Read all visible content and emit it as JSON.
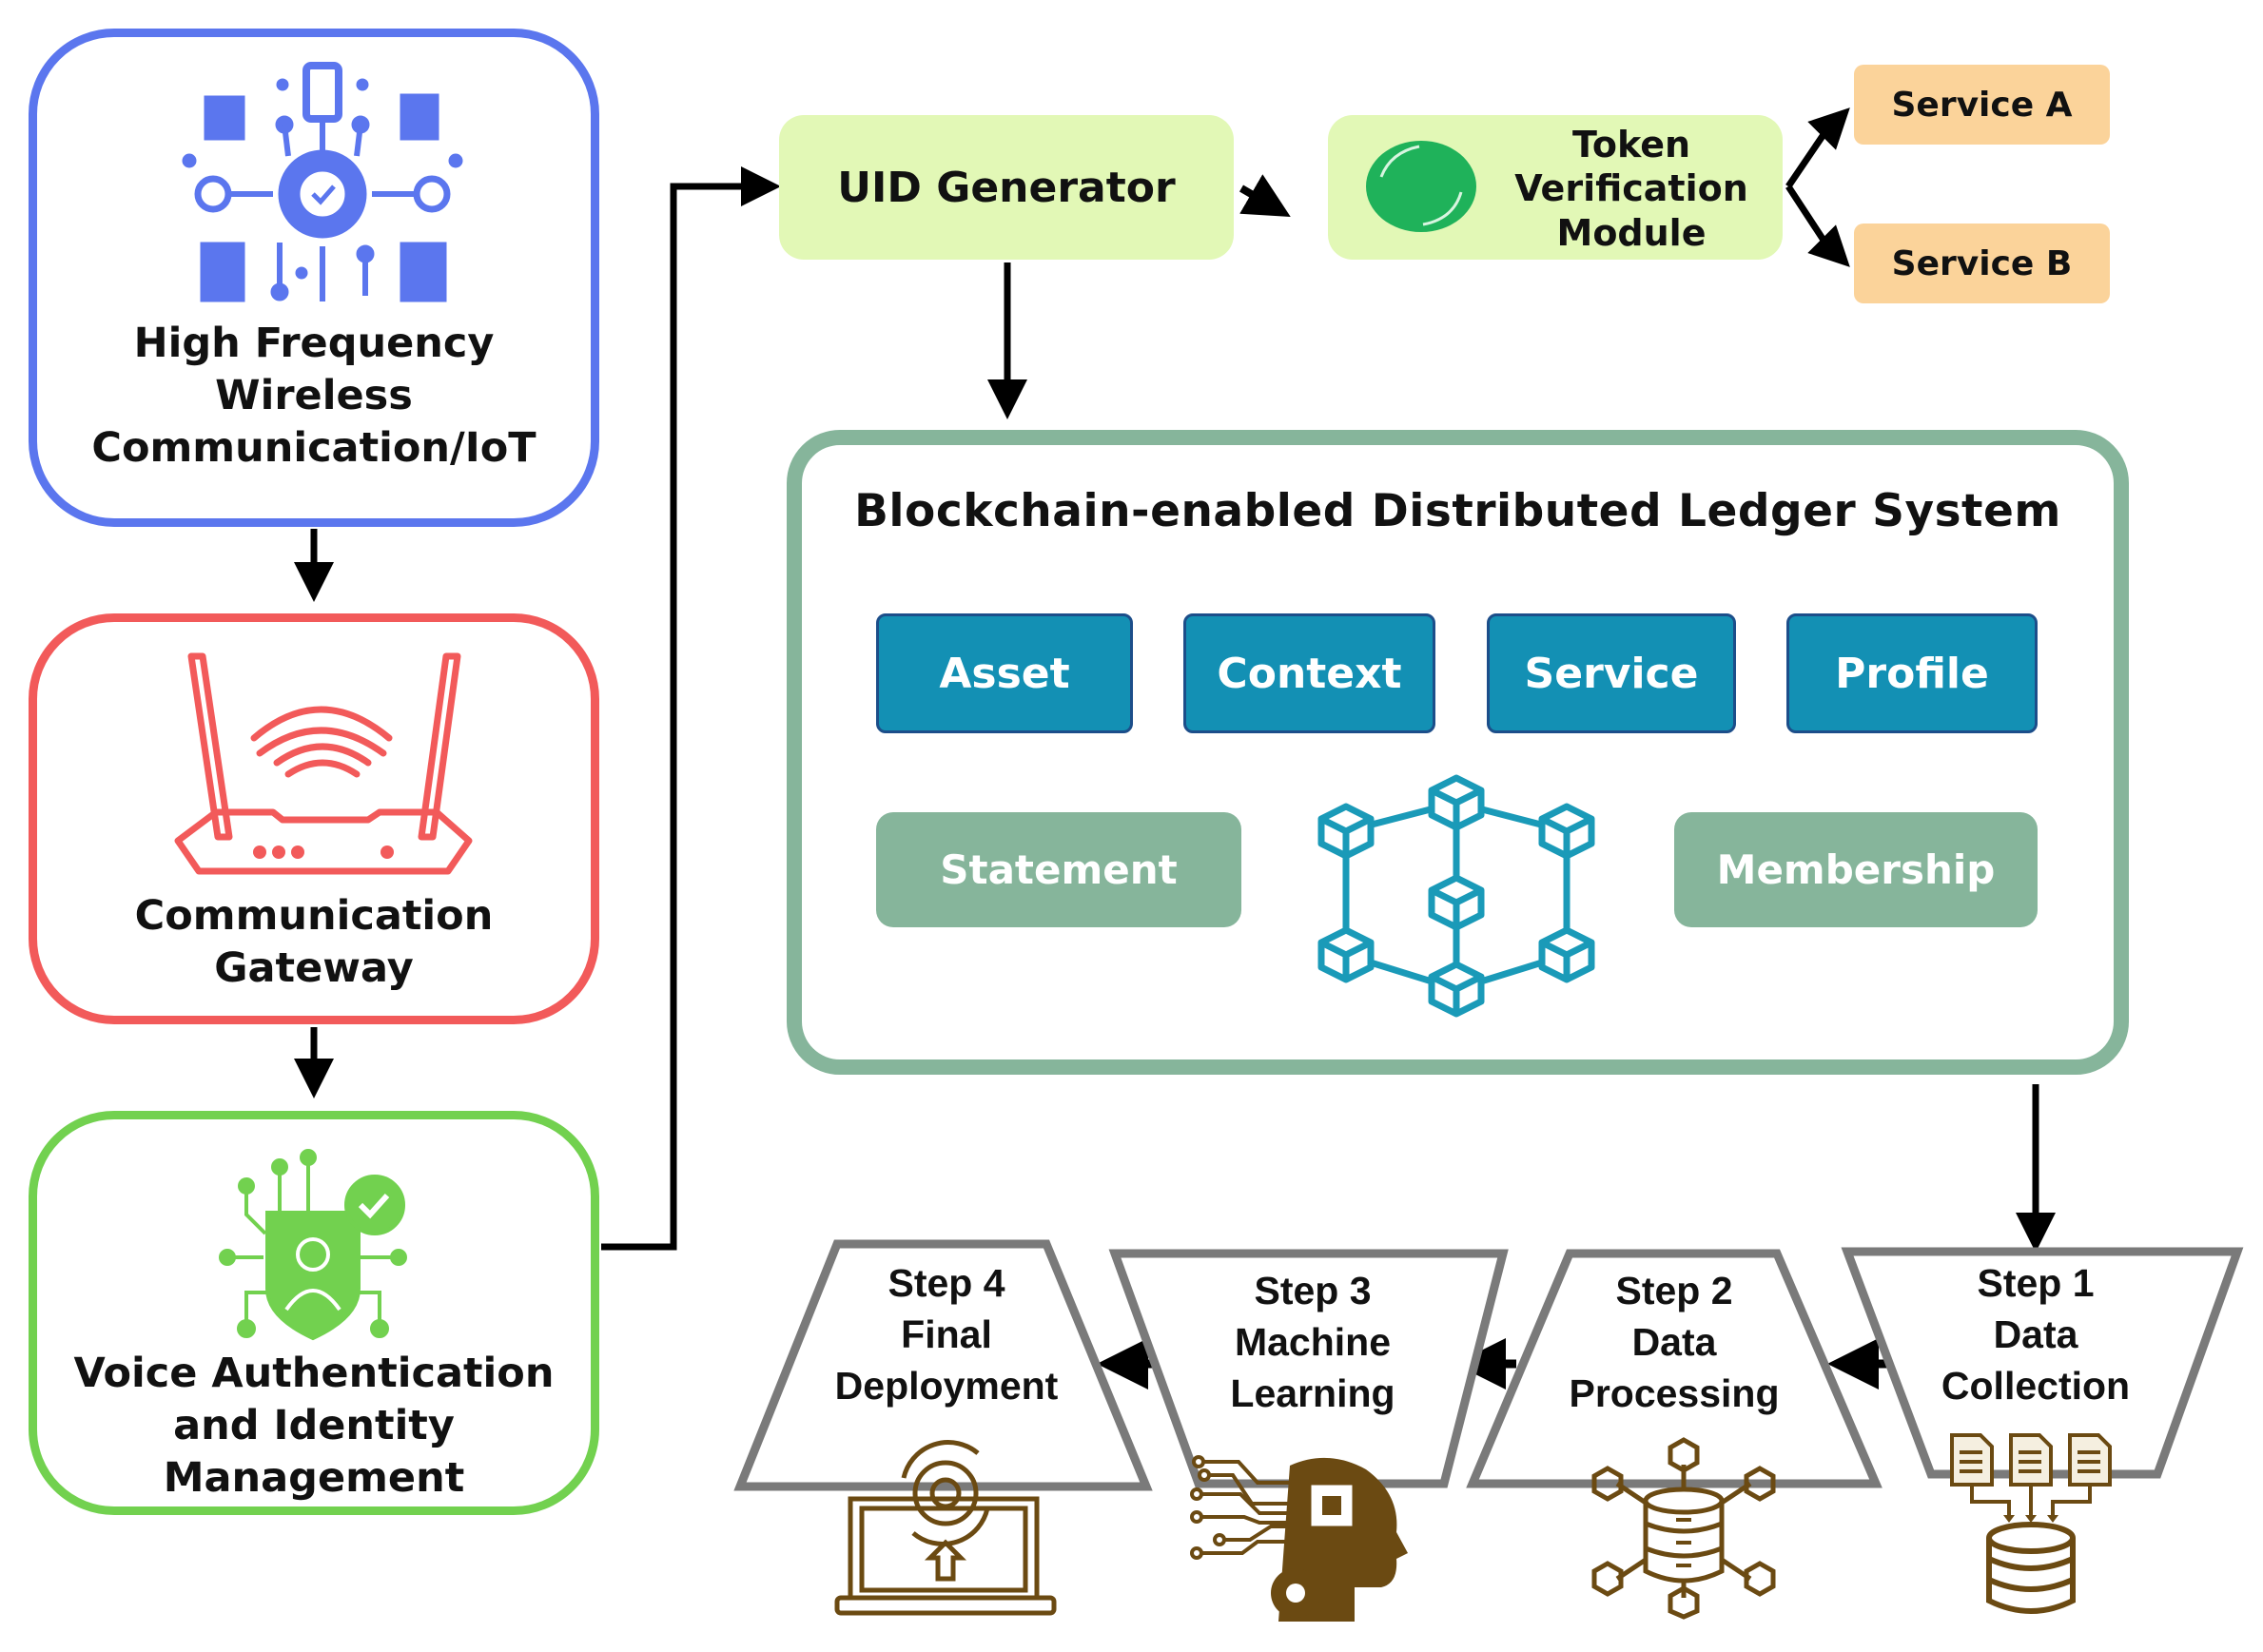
{
  "diagram": {
    "left_column": [
      {
        "id": "iot",
        "label_lines": [
          "High Frequency",
          "Wireless",
          "Communication/IoT"
        ],
        "border_color": "#5b76ee",
        "icon": "iot-network-icon"
      },
      {
        "id": "gateway",
        "label_lines": [
          "Communication",
          "Gateway"
        ],
        "border_color": "#f25a5a",
        "icon": "wifi-router-icon"
      },
      {
        "id": "voice",
        "label_lines": [
          "Voice Authentication",
          "and Identity",
          "Management"
        ],
        "border_color": "#72d14f",
        "icon": "identity-shield-icon"
      }
    ],
    "uid_generator": {
      "label": "UID Generator",
      "fill": "#e2f8b6"
    },
    "token_module": {
      "label_lines": [
        "Token",
        "Verification",
        "Module"
      ],
      "fill": "#e2f8b6",
      "icon": "green-token-icon",
      "icon_color": "#1fb25a"
    },
    "services": [
      {
        "label": "Service A",
        "fill": "#fbd39a"
      },
      {
        "label": "Service B",
        "fill": "#fbd39a"
      }
    ],
    "ledger": {
      "title": "Blockchain-enabled Distributed Ledger System",
      "border_color": "#86b59b",
      "top_blocks": [
        {
          "label": "Asset"
        },
        {
          "label": "Context"
        },
        {
          "label": "Service"
        },
        {
          "label": "Profile"
        }
      ],
      "top_block_fill": "#1390b4",
      "bottom_blocks": [
        {
          "label": "Statement"
        },
        {
          "label": "Membership"
        }
      ],
      "bottom_block_fill": "#86b59b",
      "icon": "blockchain-network-icon"
    },
    "pipeline": [
      {
        "step": "Step 4",
        "lines": [
          "Final",
          "Deployment"
        ],
        "icon": "laptop-deploy-icon"
      },
      {
        "step": "Step 3",
        "lines": [
          "Machine",
          "Learning"
        ],
        "icon": "ai-head-icon"
      },
      {
        "step": "Step 2",
        "lines": [
          "Data",
          "Processing"
        ],
        "icon": "database-network-icon"
      },
      {
        "step": "Step 1",
        "lines": [
          "Data",
          "Collection"
        ],
        "icon": "data-collection-icon"
      }
    ],
    "icon_color_brown": "#6b4a12"
  }
}
